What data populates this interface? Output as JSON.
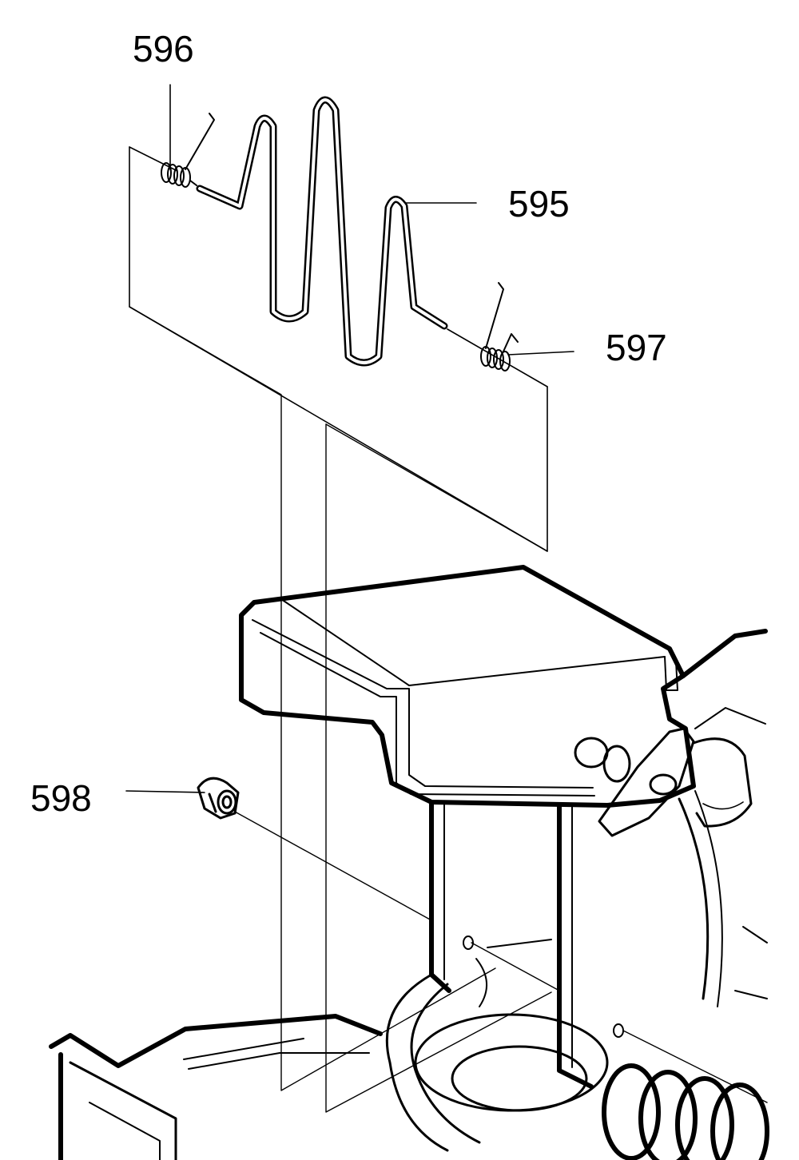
{
  "callouts": {
    "part_596": "596",
    "part_595": "595",
    "part_597": "597",
    "part_598": "598"
  },
  "colors": {
    "ink": "#000000",
    "paper": "#ffffff"
  }
}
